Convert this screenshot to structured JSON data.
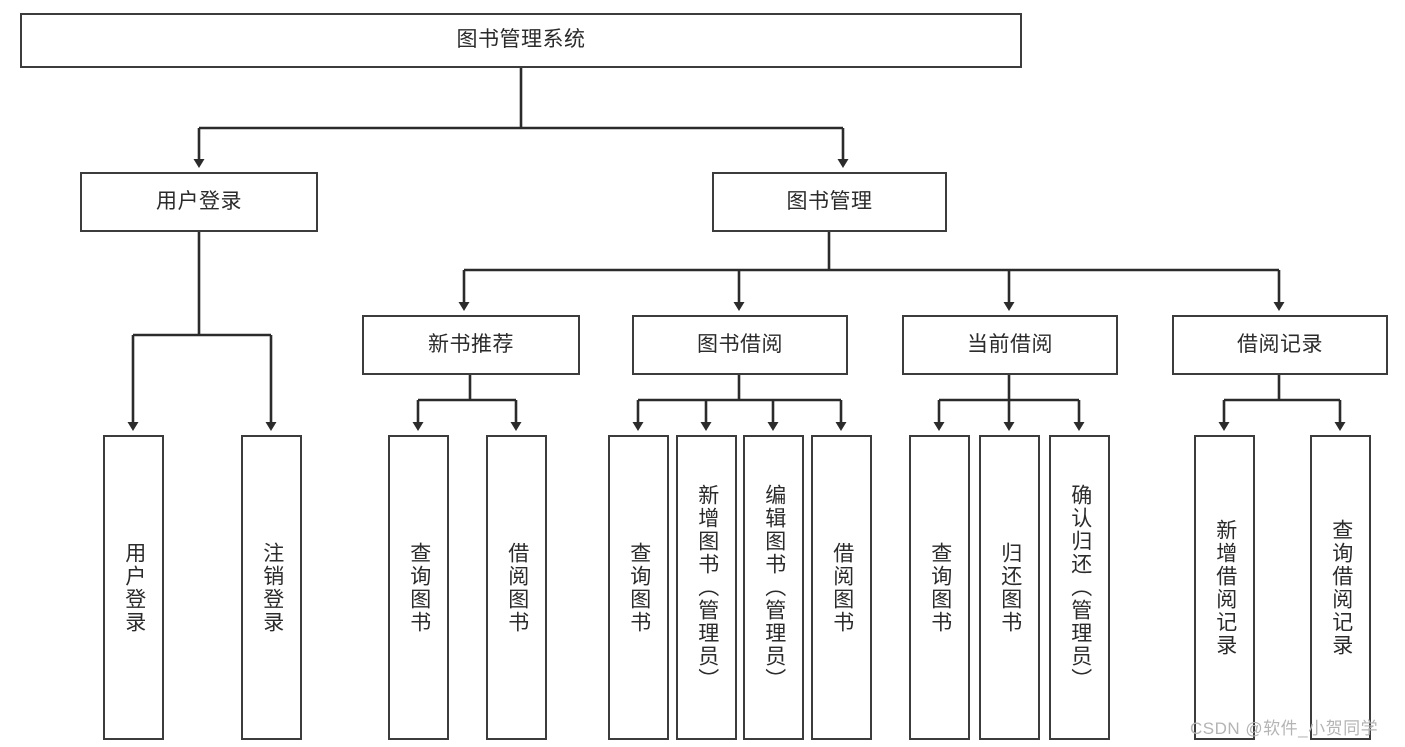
{
  "diagram": {
    "title": "图书管理系统",
    "type": "hierarchy-tree",
    "root": {
      "label": "图书管理系统"
    },
    "level1": [
      {
        "label": "用户登录"
      },
      {
        "label": "图书管理"
      }
    ],
    "level2": [
      {
        "label": "新书推荐"
      },
      {
        "label": "图书借阅"
      },
      {
        "label": "当前借阅"
      },
      {
        "label": "借阅记录"
      }
    ],
    "leaves": [
      {
        "label": "用户登录"
      },
      {
        "label": "注销登录"
      },
      {
        "label": "查询图书"
      },
      {
        "label": "借阅图书"
      },
      {
        "label": "查询图书"
      },
      {
        "label": "新增图书（管理员）"
      },
      {
        "label": "编辑图书（管理员）"
      },
      {
        "label": "借阅图书"
      },
      {
        "label": "查询图书"
      },
      {
        "label": "归还图书"
      },
      {
        "label": "确认归还（管理员）"
      },
      {
        "label": "新增借阅记录"
      },
      {
        "label": "查询借阅记录"
      }
    ],
    "colors": {
      "stroke": "#3c3c3c",
      "fill": "#ffffff",
      "text": "#2b2b2b",
      "watermark": "#b4b4b4"
    }
  },
  "watermark": {
    "text": "CSDN @软件_小贺同学"
  }
}
